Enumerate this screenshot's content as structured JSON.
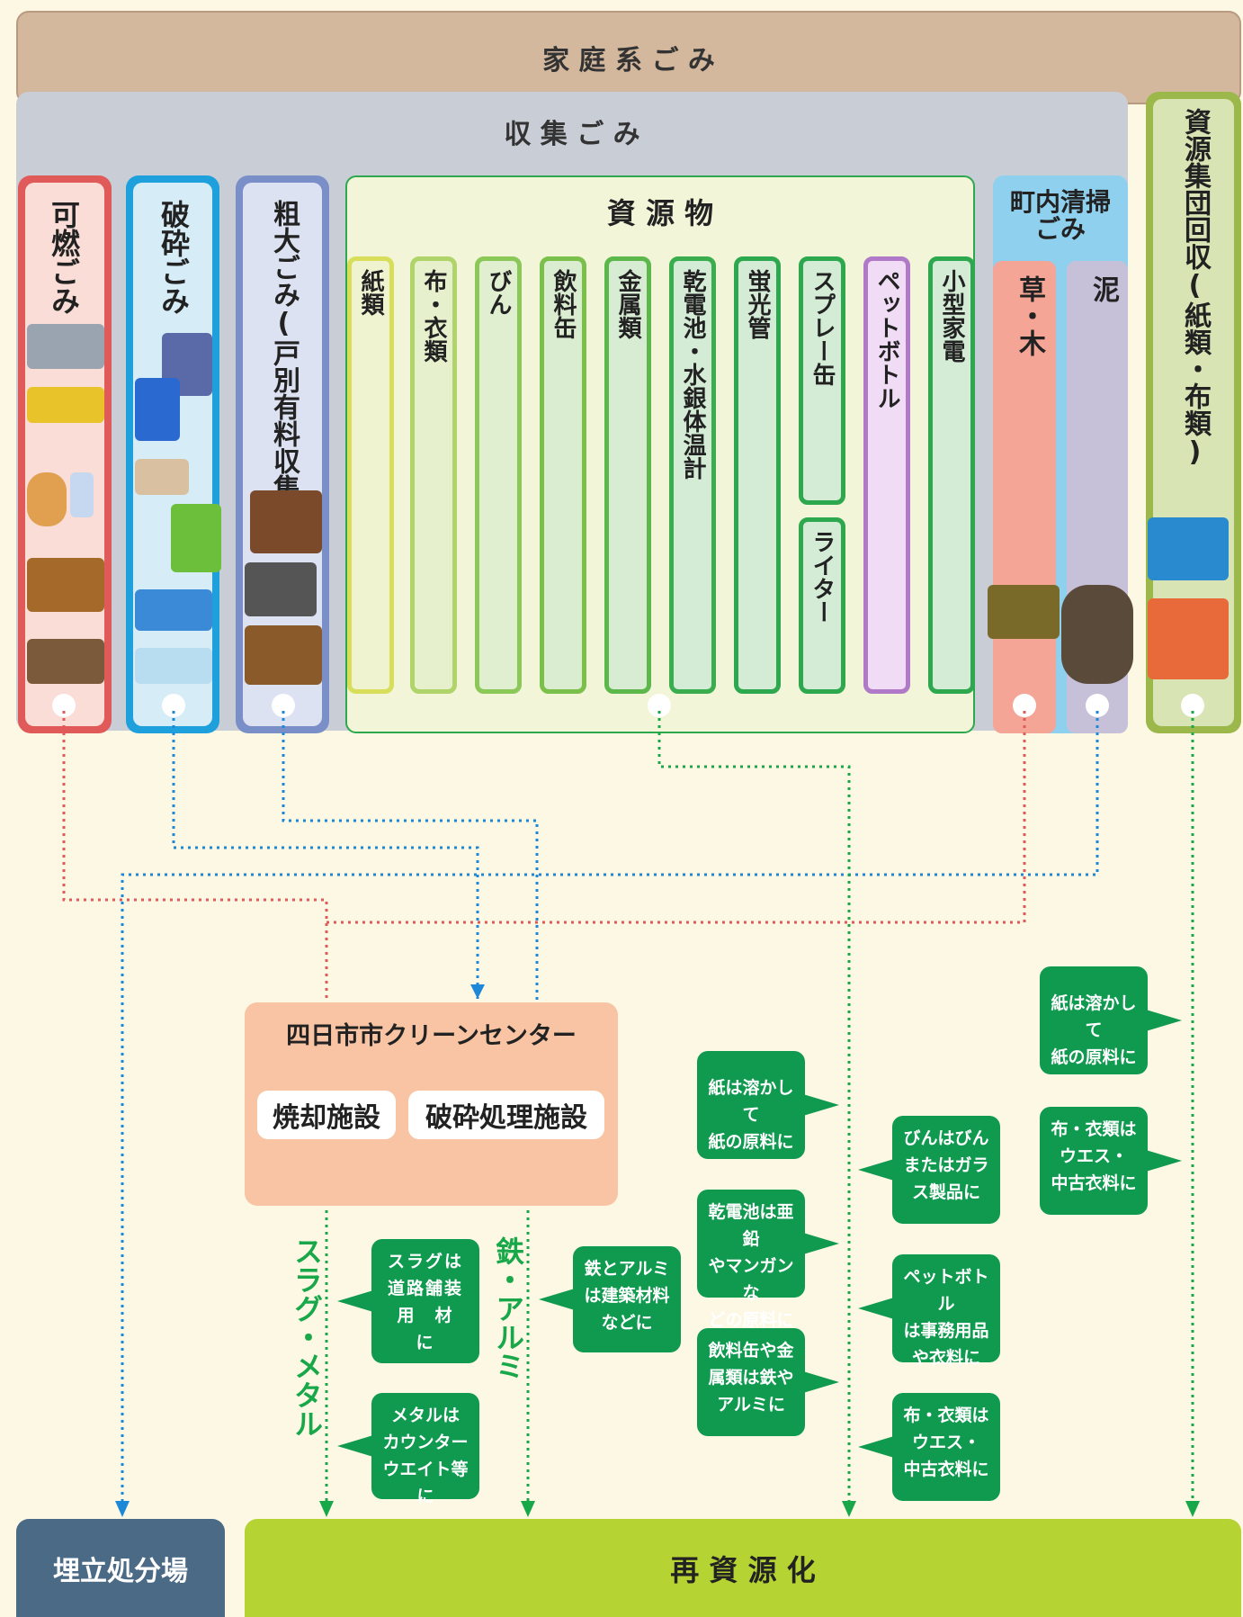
{
  "header": {
    "household": "家 庭 系 ご み",
    "collected": "収 集 ご み"
  },
  "columns": {
    "burnable": "可燃ごみ",
    "crushable": "破砕ごみ",
    "bulky": "粗大ごみ(戸別有料収集)"
  },
  "resources": {
    "title": "資 源 物",
    "items": [
      "紙類",
      "布・衣類",
      "びん",
      "飲料缶",
      "金属類",
      "乾電池・水銀体温計",
      "蛍光管",
      "スプレー缶",
      "ライター",
      "ペットボトル",
      "小型家電"
    ]
  },
  "town_cleaning": {
    "title": "町内清掃\nごみ",
    "grass": "草・木",
    "mud": "泥"
  },
  "group_collection": "資源集団回収(紙類・布類)",
  "center": {
    "title": "四日市市クリーンセンター",
    "incineration": "焼却施設",
    "crushing": "破砕処理施設"
  },
  "flow_labels": {
    "slag_metal": "スラグ・メタル",
    "iron_aluminum": "鉄・アルミ"
  },
  "notes": {
    "slag": "スラグは\n道路舗装\n用　材　に",
    "metal": "メタルは\nカウンター\nウエイト等に",
    "iron_alu": "鉄とアルミ\nは建築材料\nなどに",
    "paper": "紙は溶かして\n紙の原料に",
    "battery": "乾電池は亜鉛\nやマンガンな\nどの原料に",
    "cans": "飲料缶や金\n属類は鉄や\nアルミに",
    "bottles": "びんはびん\nまたはガラ\nス製品に",
    "pet": "ペットボトル\nは事務用品\nや衣料に",
    "cloth": "布・衣類は\nウエス・\n中古衣料に",
    "group_paper": "紙は溶かして\n紙の原料に",
    "group_cloth": "布・衣類は\nウエス・\n中古衣料に"
  },
  "destinations": {
    "landfill": "埋立処分場",
    "recycle": "再 資 源 化"
  },
  "colors": {
    "household": "#d4b89e",
    "collected": "#c9cdd6",
    "burnable": "#e05a5a",
    "crushable": "#1ea0dc",
    "bulky": "#7a8fc8",
    "resources": "#2ea84f",
    "town": "#8fd0ee",
    "group": "#9cb84a",
    "recycle": "#b5d332",
    "landfill": "#4a6a86",
    "note": "#0f9a4f",
    "center": "#f8c4a4"
  }
}
